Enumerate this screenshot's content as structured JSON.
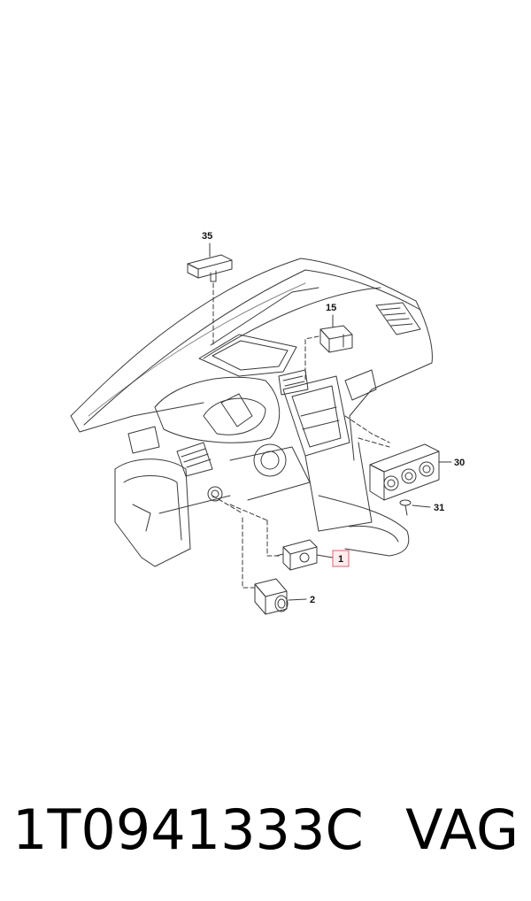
{
  "callouts": {
    "c35": "35",
    "c15": "15",
    "c30": "30",
    "c31": "31",
    "c1": "1",
    "c2": "2"
  },
  "caption": {
    "part_number": "1T0941333C",
    "brand": "VAG"
  },
  "colors": {
    "line": "#3a3a3a",
    "highlight_box": "#e06070",
    "highlight_fill": "#fdecee"
  }
}
